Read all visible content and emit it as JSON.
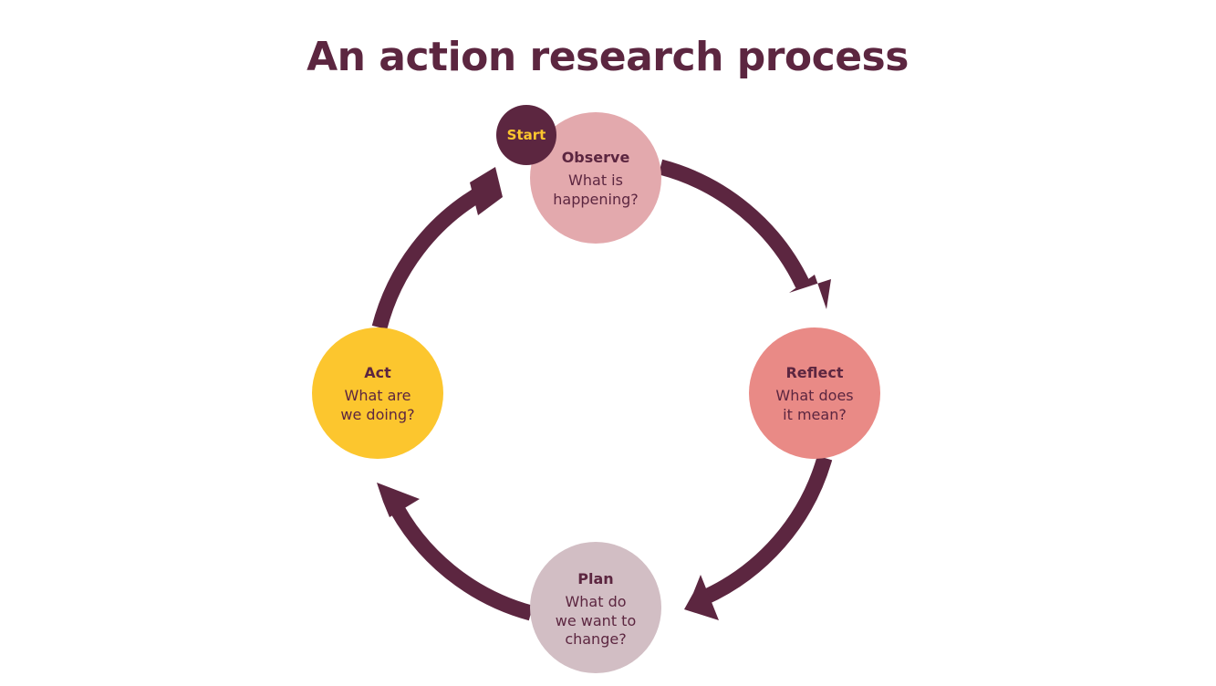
{
  "title": "An action research process",
  "colors": {
    "ink": "#5c2640",
    "observe": "#e3a9ad",
    "reflect": "#e98a86",
    "plan": "#d2bec4",
    "act": "#fcc62e",
    "start_fill": "#5c2640",
    "start_text": "#fcc62e"
  },
  "start_label": "Start",
  "nodes": [
    {
      "id": "observe",
      "title": "Observe",
      "lines": [
        "What is",
        "happening?"
      ]
    },
    {
      "id": "reflect",
      "title": "Reflect",
      "lines": [
        "What does",
        "it mean?"
      ]
    },
    {
      "id": "plan",
      "title": "Plan",
      "lines": [
        "What do",
        "we want to",
        "change?"
      ]
    },
    {
      "id": "act",
      "title": "Act",
      "lines": [
        "What are",
        "we doing?"
      ]
    }
  ]
}
